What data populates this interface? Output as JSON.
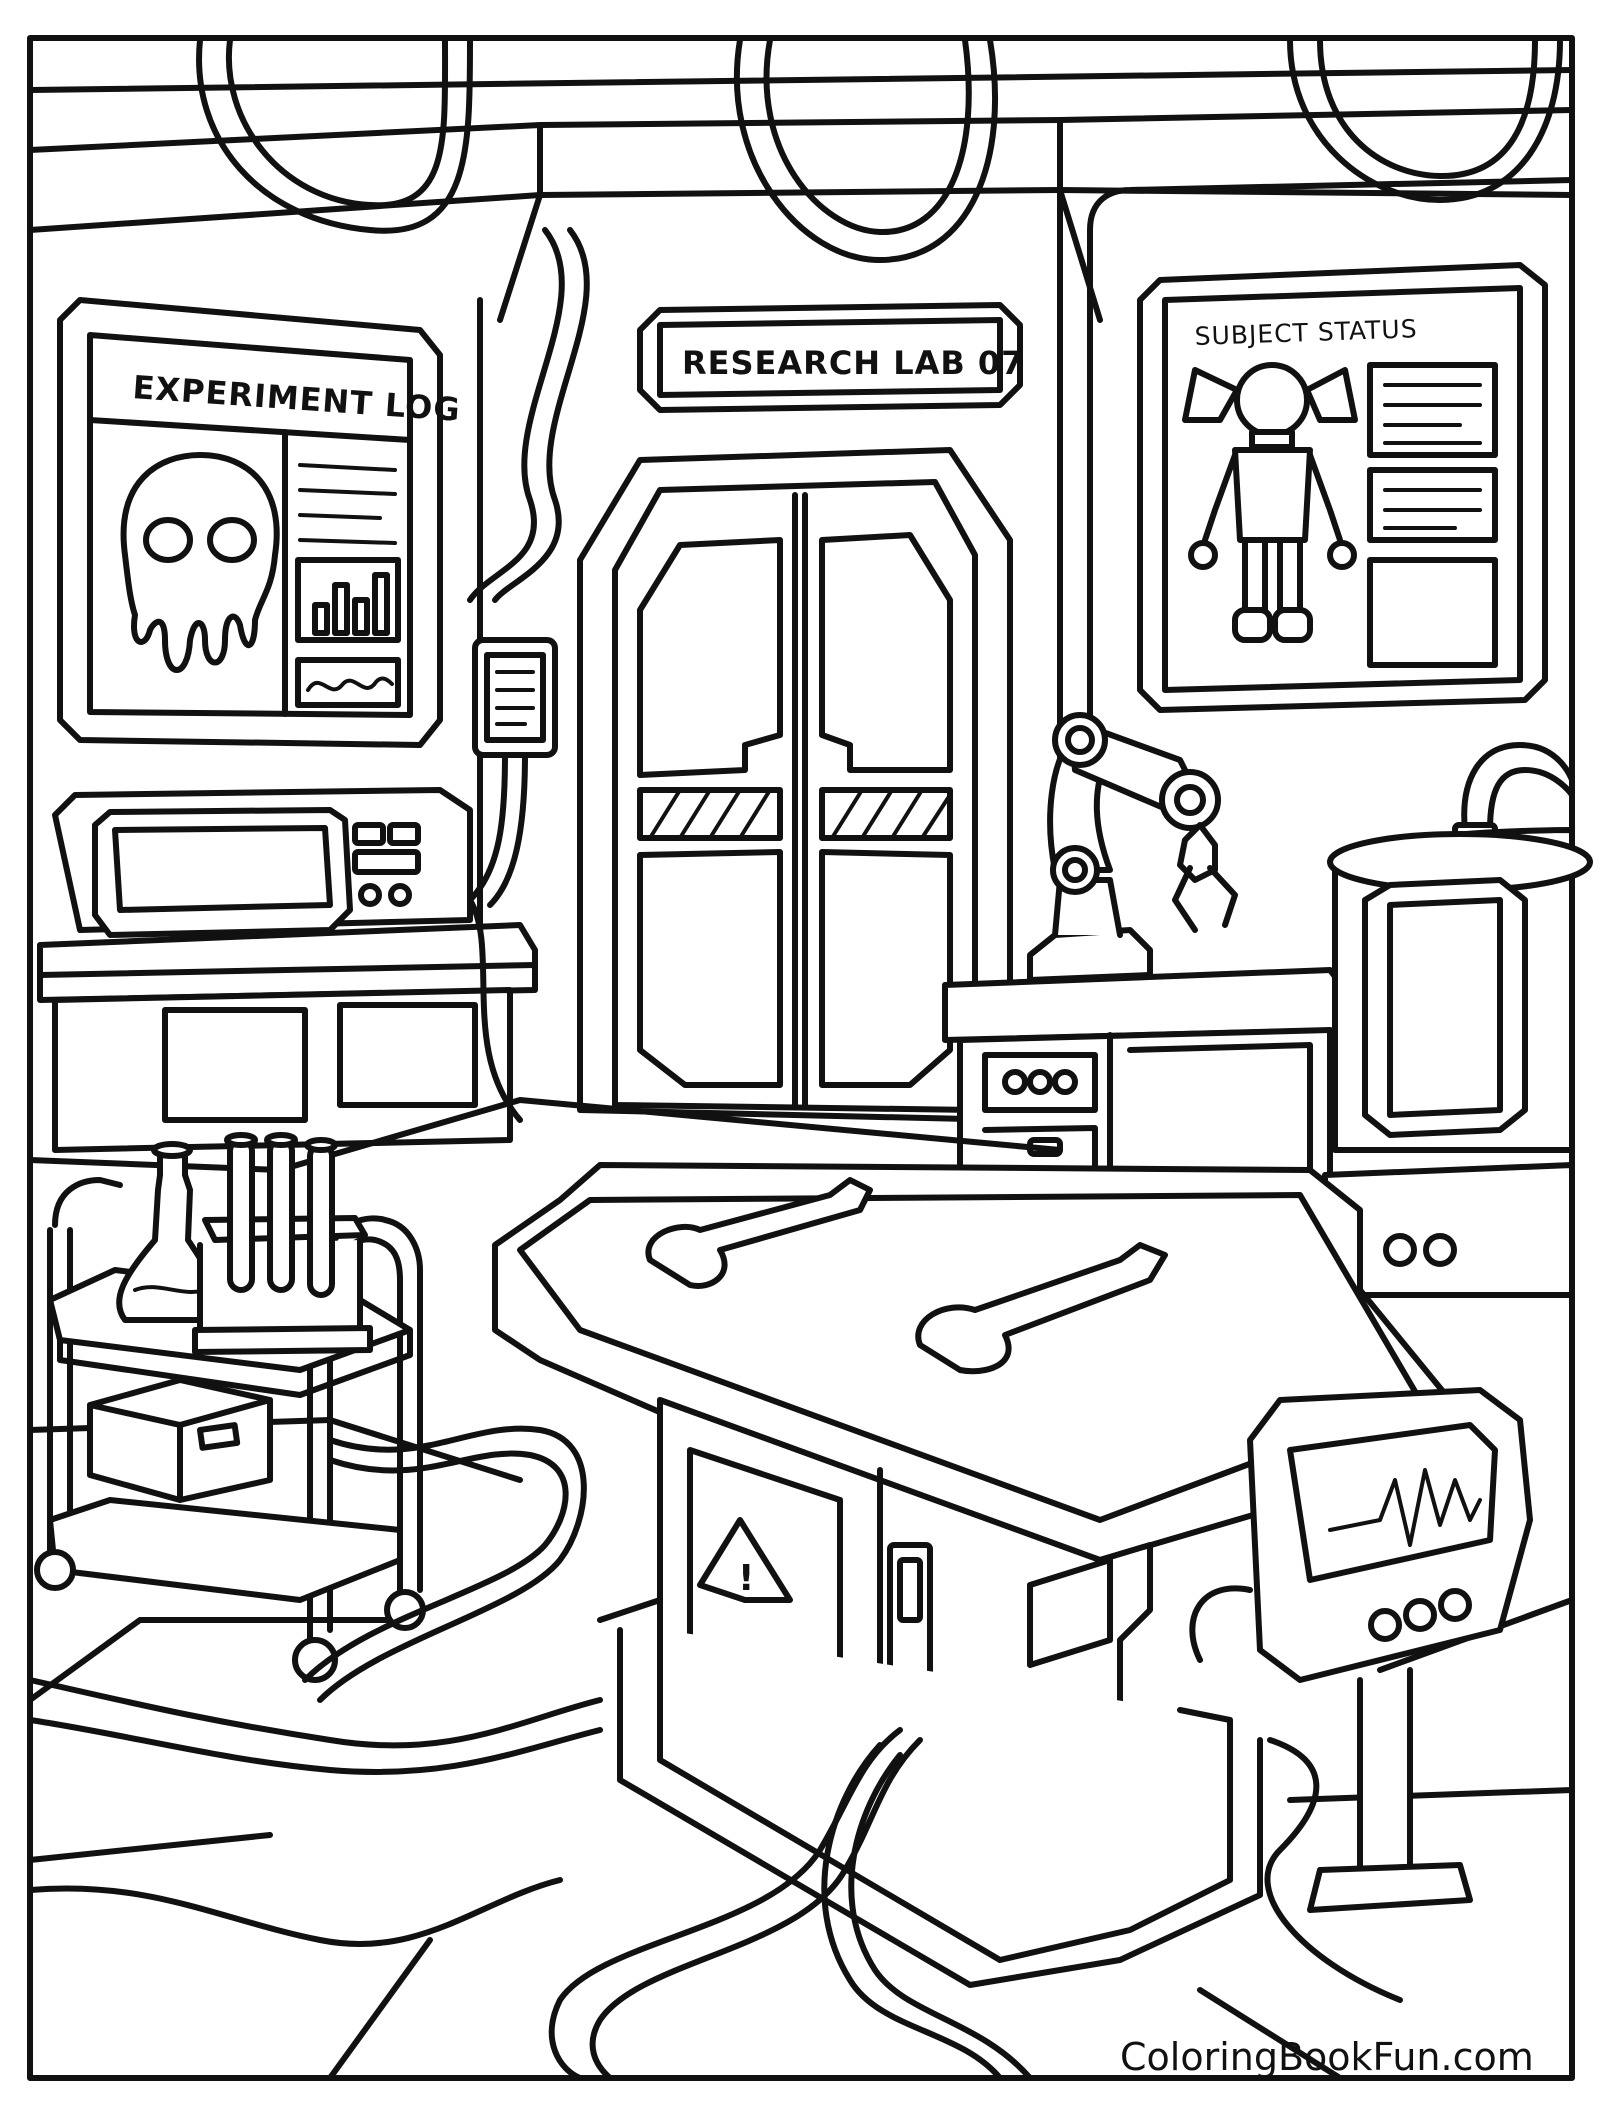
{
  "signs": {
    "experiment_log": "EXPERIMENT LOG",
    "research_lab": "RESEARCH LAB 07",
    "subject_status": "SUBJECT STATUS"
  },
  "warning_symbol": "!",
  "watermark": "ColoringBookFun.com",
  "icons": [
    "skull-icon",
    "warning-icon",
    "robot-figure-icon",
    "bar-chart-icon",
    "waveform-icon"
  ],
  "colors": {
    "line": "#111111",
    "paper": "#ffffff"
  }
}
